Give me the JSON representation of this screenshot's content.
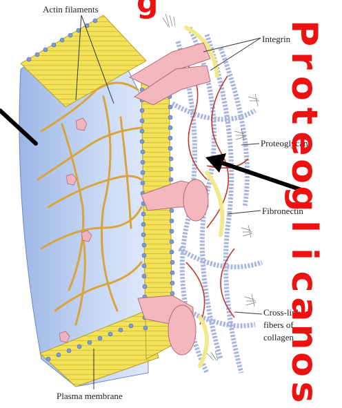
{
  "labels": {
    "actin": "Actin filaments",
    "integrin": "Integrin",
    "proteoglycan": "Proteoglycan",
    "fibronectin": "Fibronectin",
    "cross_linked_1": "Cross-linked",
    "cross_linked_2": "fibers of",
    "cross_linked_3": "collagen",
    "plasma_membrane": "Plasma membrane"
  },
  "overlay": {
    "vertical_title": "Proteoglicanos",
    "fragment_top": "g"
  },
  "colors": {
    "cytoplasm": "#b8cdf0",
    "membrane_yellow": "#f2e25a",
    "lipid_head": "#7d9ad6",
    "integrin_pink": "#f3b8bd",
    "fibronectin_yellow": "#f1e98a",
    "collagen_blue": "#a9b7de",
    "red_text": "#ee1111",
    "actin_orange": "#d9a43c"
  }
}
